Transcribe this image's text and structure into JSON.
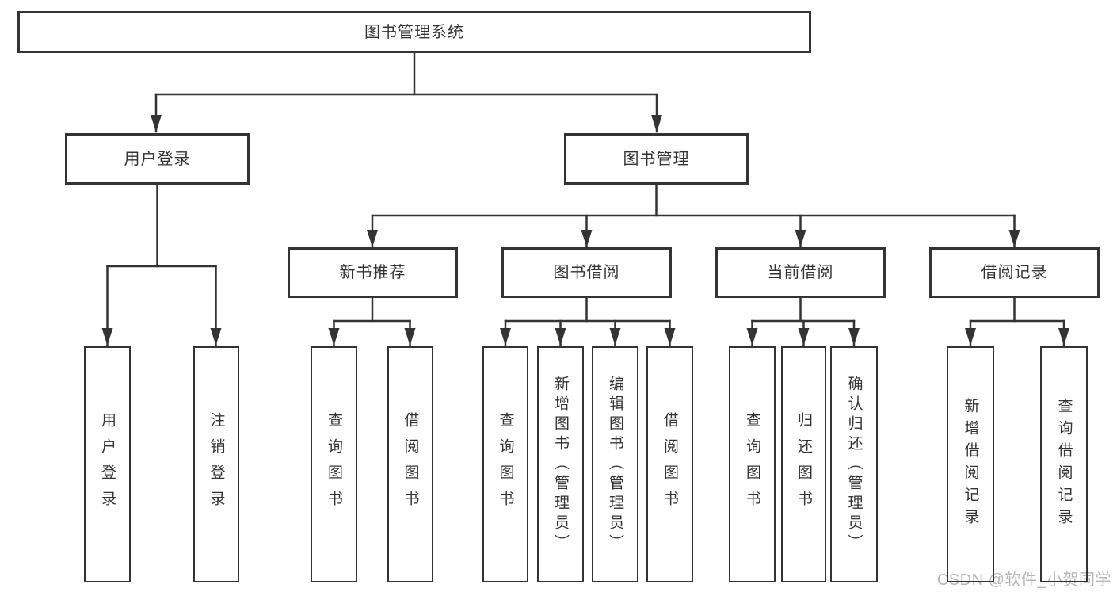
{
  "diagram": {
    "root": {
      "label": "图书管理系统"
    },
    "level2": [
      {
        "label": "用户登录"
      },
      {
        "label": "图书管理"
      }
    ],
    "level3": [
      {
        "label": "新书推荐",
        "parent": "图书管理"
      },
      {
        "label": "图书借阅",
        "parent": "图书管理"
      },
      {
        "label": "当前借阅",
        "parent": "图书管理"
      },
      {
        "label": "借阅记录",
        "parent": "图书管理"
      }
    ],
    "leaves": [
      {
        "label": "用户登录",
        "parent": "用户登录"
      },
      {
        "label": "注销登录",
        "parent": "用户登录"
      },
      {
        "label": "查询图书",
        "parent": "新书推荐"
      },
      {
        "label": "借阅图书",
        "parent": "新书推荐"
      },
      {
        "label": "查询图书",
        "parent": "图书借阅"
      },
      {
        "label": "新增图书（管理员）",
        "parent": "图书借阅"
      },
      {
        "label": "编辑图书（管理员）",
        "parent": "图书借阅"
      },
      {
        "label": "借阅图书",
        "parent": "图书借阅"
      },
      {
        "label": "查询图书",
        "parent": "当前借阅"
      },
      {
        "label": "归还图书",
        "parent": "当前借阅"
      },
      {
        "label": "确认归还（管理员）",
        "parent": "当前借阅"
      },
      {
        "label": "新增借阅记录",
        "parent": "借阅记录"
      },
      {
        "label": "查询借阅记录",
        "parent": "借阅记录"
      }
    ]
  },
  "watermark": {
    "text": "CSDN @软件_小贺同学"
  },
  "colors": {
    "line": "#333333",
    "box_border": "#333333",
    "text": "#333333",
    "background": "#ffffff",
    "watermark": "#b6b6b6"
  }
}
